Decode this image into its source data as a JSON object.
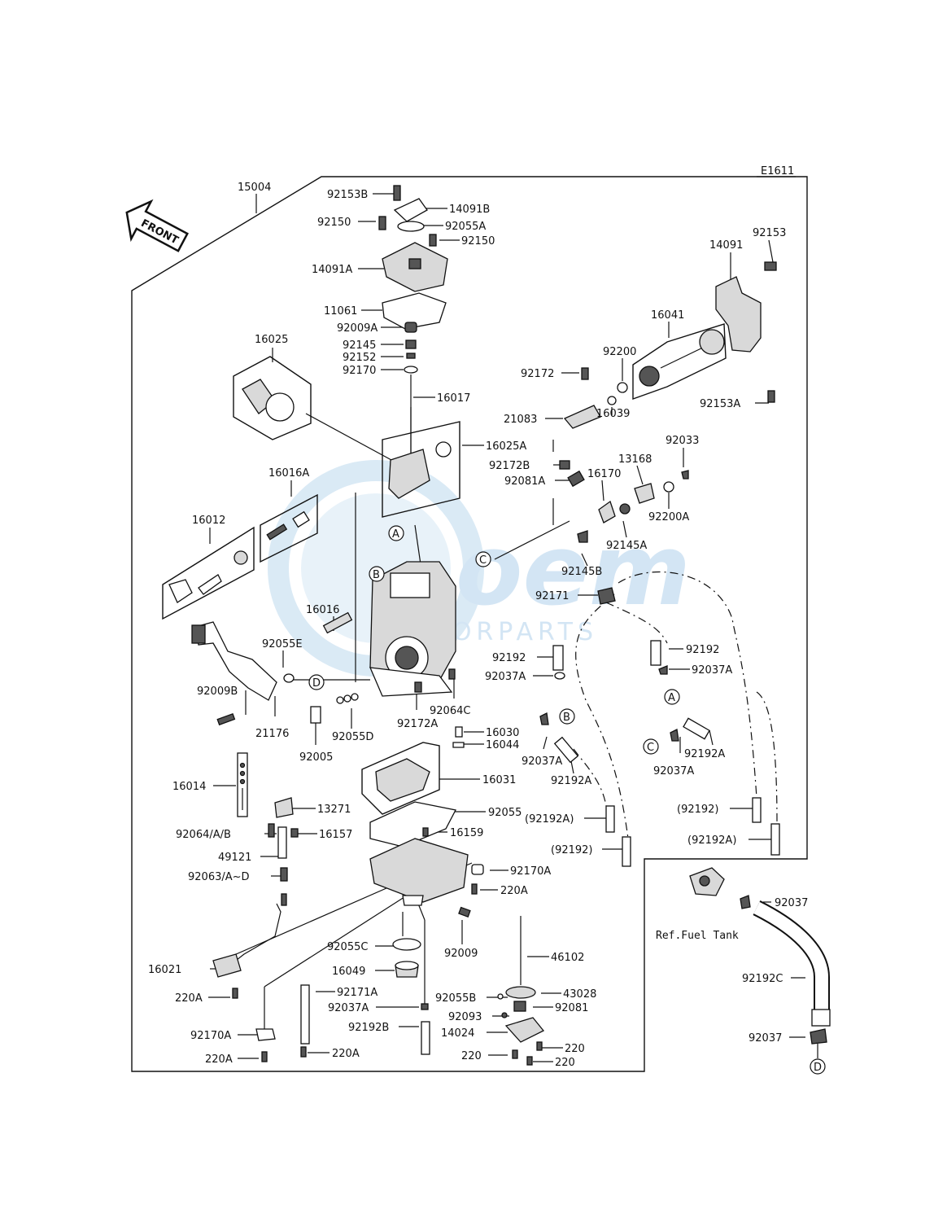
{
  "diagram_code": "E1611",
  "front_label": "FRONT",
  "ref_note": "Ref.Fuel Tank",
  "watermark": {
    "brand": "oem",
    "sub": "MOTORPARTS",
    "color": "#cfe3f3"
  },
  "callouts": [
    "A",
    "B",
    "C",
    "D"
  ],
  "labels": {
    "l15004": "15004",
    "l92153B": "92153B",
    "l14091B": "14091B",
    "l92150a": "92150",
    "l92055A": "92055A",
    "l92150b": "92150",
    "l14091A": "14091A",
    "l11061": "11061",
    "l92009A": "92009A",
    "l92145": "92145",
    "l92152": "92152",
    "l92170": "92170",
    "l16025": "16025",
    "l16017": "16017",
    "l16025A": "16025A",
    "l16016A": "16016A",
    "l16012": "16012",
    "l16016": "16016",
    "l92055E": "92055E",
    "l92009B": "92009B",
    "l21176": "21176",
    "l92005": "92005",
    "l92055D": "92055D",
    "l92172A": "92172A",
    "l92064C": "92064C",
    "l16030": "16030",
    "l16044": "16044",
    "l16031": "16031",
    "l16014": "16014",
    "l13271": "13271",
    "l92064AB": "92064/A/B",
    "l16157": "16157",
    "l49121": "49121",
    "l92063AD": "92063/A~D",
    "l92055": "92055",
    "l16159": "16159",
    "l92170Aa": "92170A",
    "l220Aa": "220A",
    "l92009": "92009",
    "l46102": "46102",
    "l92055C": "92055C",
    "l16049": "16049",
    "l16021": "16021",
    "l220Ab": "220A",
    "l92171A": "92171A",
    "l92037Aa": "92037A",
    "l92192B": "92192B",
    "l92170Ab": "92170A",
    "l220Ac": "220A",
    "l220Ad": "220A",
    "l92055B": "92055B",
    "l43028": "43028",
    "l92093": "92093",
    "l92081": "92081",
    "l14024": "14024",
    "l220a": "220",
    "l220b": "220",
    "l220c": "220",
    "l14091": "14091",
    "l92153": "92153",
    "l16041": "16041",
    "l92200": "92200",
    "l92172": "92172",
    "l92153A": "92153A",
    "l21083": "21083",
    "l16039": "16039",
    "l92033": "92033",
    "l92172B": "92172B",
    "l13168": "13168",
    "l92081A": "92081A",
    "l16170": "16170",
    "l92200A": "92200A",
    "l92145A": "92145A",
    "l92145B": "92145B",
    "l92171": "92171",
    "l92192a": "92192",
    "l92192b": "92192",
    "l92037Ab": "92037A",
    "l92037Ac": "92037A",
    "l92037Ad": "92037A",
    "l92192Aa": "92192A",
    "l92192Ab": "92192A",
    "l92192Ap1": "(92192A)",
    "l92192p1": "(92192)",
    "l92192p2": "(92192)",
    "l92192Ap2": "(92192A)",
    "l92037a": "92037",
    "l92192C": "92192C",
    "l92037b": "92037"
  }
}
